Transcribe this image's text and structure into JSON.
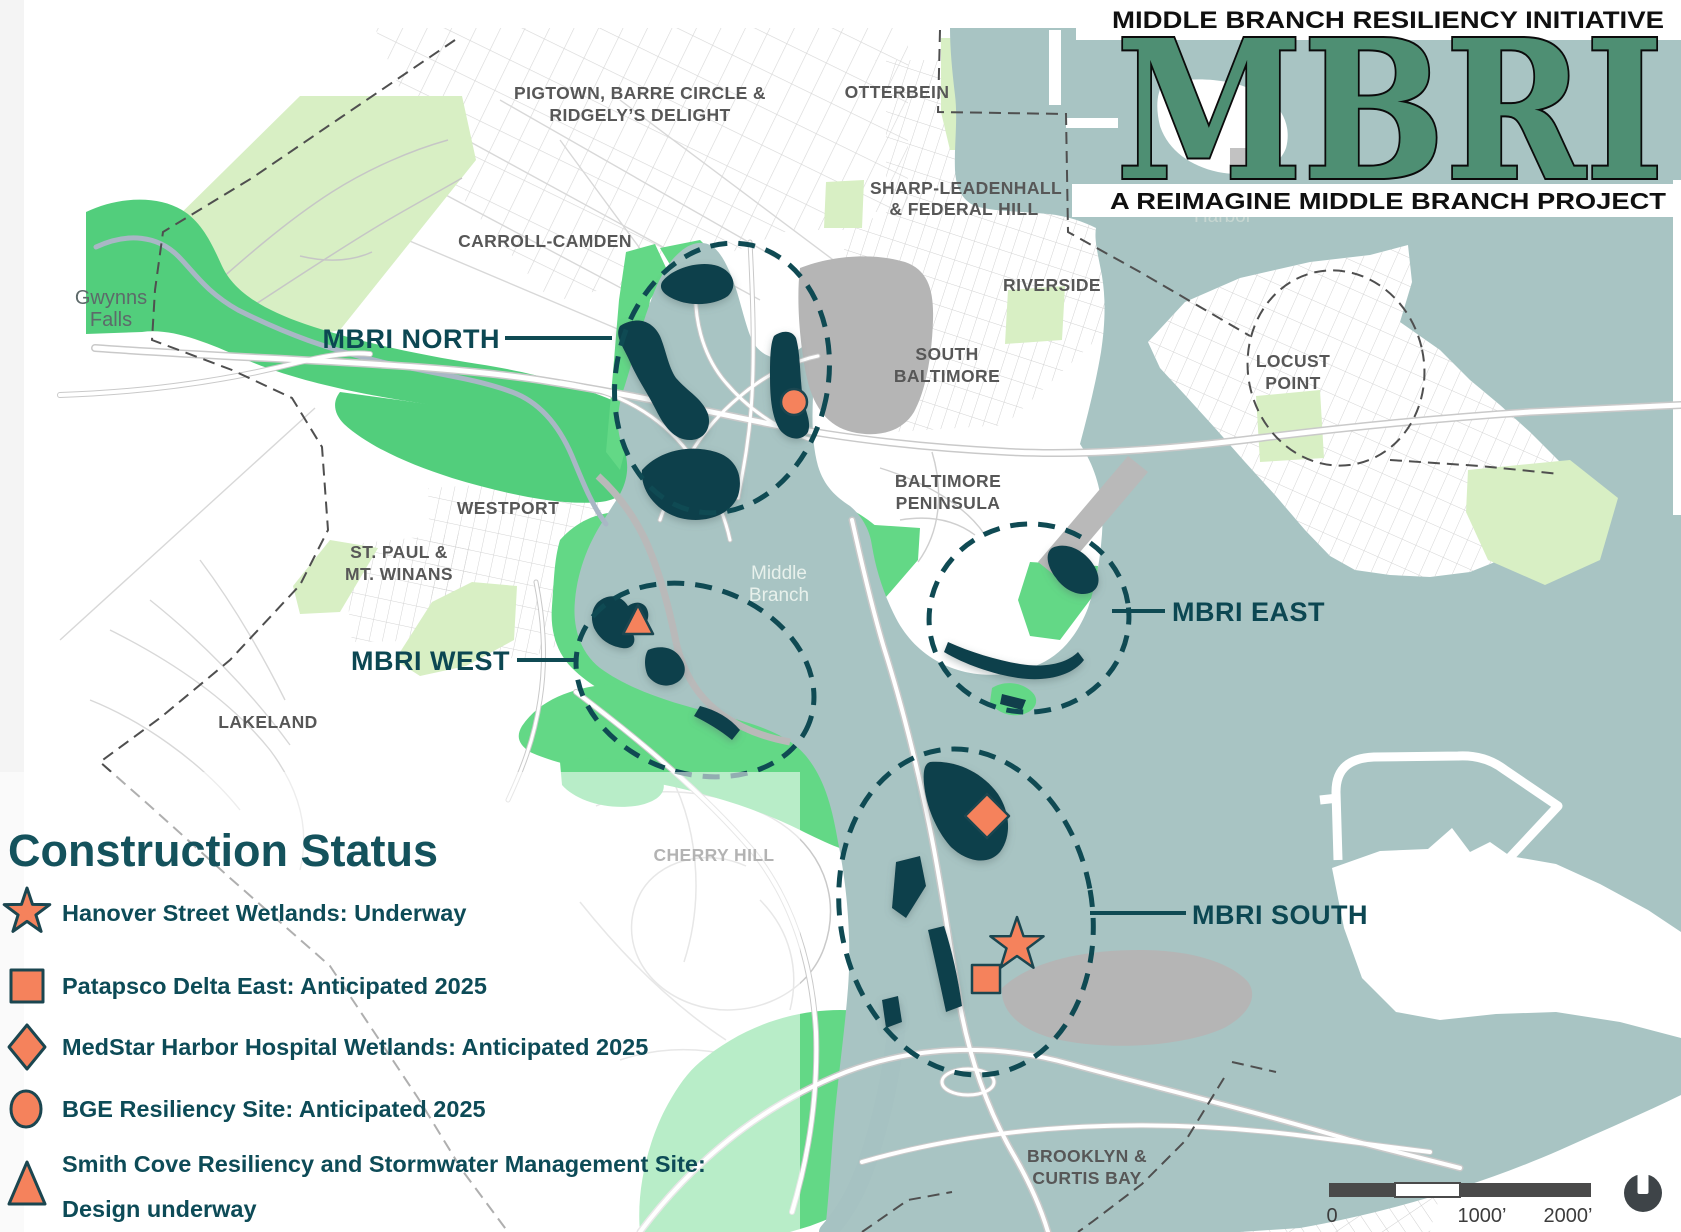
{
  "title": {
    "kicker": "MIDDLE BRANCH RESILIENCY INITIATIVE",
    "acronym": "MBRI",
    "subtitle": "A REIMAGINE MIDDLE BRANCH PROJECT"
  },
  "legend": {
    "heading": "Construction Status",
    "items": [
      {
        "marker": "star-icon",
        "label": "Hanover Street Wetlands: Underway"
      },
      {
        "marker": "square-icon",
        "label": "Patapsco Delta East: Anticipated 2025"
      },
      {
        "marker": "diamond-icon",
        "label": "MedStar Harbor Hospital Wetlands: Anticipated 2025"
      },
      {
        "marker": "circle-icon",
        "label": "BGE Resiliency Site: Anticipated 2025"
      },
      {
        "marker": "triangle-icon",
        "label": "Smith Cove Resiliency and Stormwater Management Site:",
        "label2": "Design underway"
      }
    ]
  },
  "map": {
    "neighborhoods": [
      {
        "id": "pigtown",
        "lines": [
          "PIGTOWN, BARRE CIRCLE &",
          "RIDGELY’S DELIGHT"
        ]
      },
      {
        "id": "otterbein",
        "lines": [
          "OTTERBEIN"
        ]
      },
      {
        "id": "sharp-leadenhall",
        "lines": [
          "SHARP-LEADENHALL",
          "& FEDERAL HILL"
        ]
      },
      {
        "id": "carroll-camden",
        "lines": [
          "CARROLL-CAMDEN"
        ]
      },
      {
        "id": "riverside",
        "lines": [
          "RIVERSIDE"
        ]
      },
      {
        "id": "south-baltimore",
        "lines": [
          "SOUTH",
          "BALTIMORE"
        ]
      },
      {
        "id": "locust-point",
        "lines": [
          "LOCUST",
          "POINT"
        ]
      },
      {
        "id": "baltimore-peninsula",
        "lines": [
          "BALTIMORE",
          "PENINSULA"
        ]
      },
      {
        "id": "westport",
        "lines": [
          "WESTPORT"
        ]
      },
      {
        "id": "st-paul-mt-winans",
        "lines": [
          "ST. PAUL &",
          "MT. WINANS"
        ]
      },
      {
        "id": "lakeland",
        "lines": [
          "LAKELAND"
        ]
      },
      {
        "id": "cherry-hill",
        "lines": [
          "CHERRY HILL"
        ]
      },
      {
        "id": "brooklyn-curtis-bay",
        "lines": [
          "BROOKLYN &",
          "CURTIS BAY"
        ]
      }
    ],
    "water_labels": [
      {
        "id": "gwynns-falls",
        "lines": [
          "Gwynns",
          "Falls"
        ]
      },
      {
        "id": "middle-branch",
        "lines": [
          "Middle",
          "Branch"
        ]
      },
      {
        "id": "harbor",
        "lines": [
          "Harbor"
        ]
      }
    ],
    "zones": [
      {
        "id": "north",
        "label": "MBRI NORTH"
      },
      {
        "id": "west",
        "label": "MBRI WEST"
      },
      {
        "id": "east",
        "label": "MBRI EAST"
      },
      {
        "id": "south",
        "label": "MBRI SOUTH"
      }
    ]
  },
  "scalebar": {
    "zero": "0",
    "mid": "1000’",
    "end": "2000’"
  },
  "colors": {
    "water": "#a8c4c3",
    "wetland_dark_teal": "#113f4b",
    "zone_outline_teal": "#0f4a53",
    "bright_green": "#63d886",
    "corridor_green": "#52ce7c",
    "light_green": "#d8efc4",
    "industrial_gray": "#b5b5b5",
    "marker_orange": "#f5825c",
    "label_gray": "#575757",
    "title_green": "#4e8f73"
  }
}
